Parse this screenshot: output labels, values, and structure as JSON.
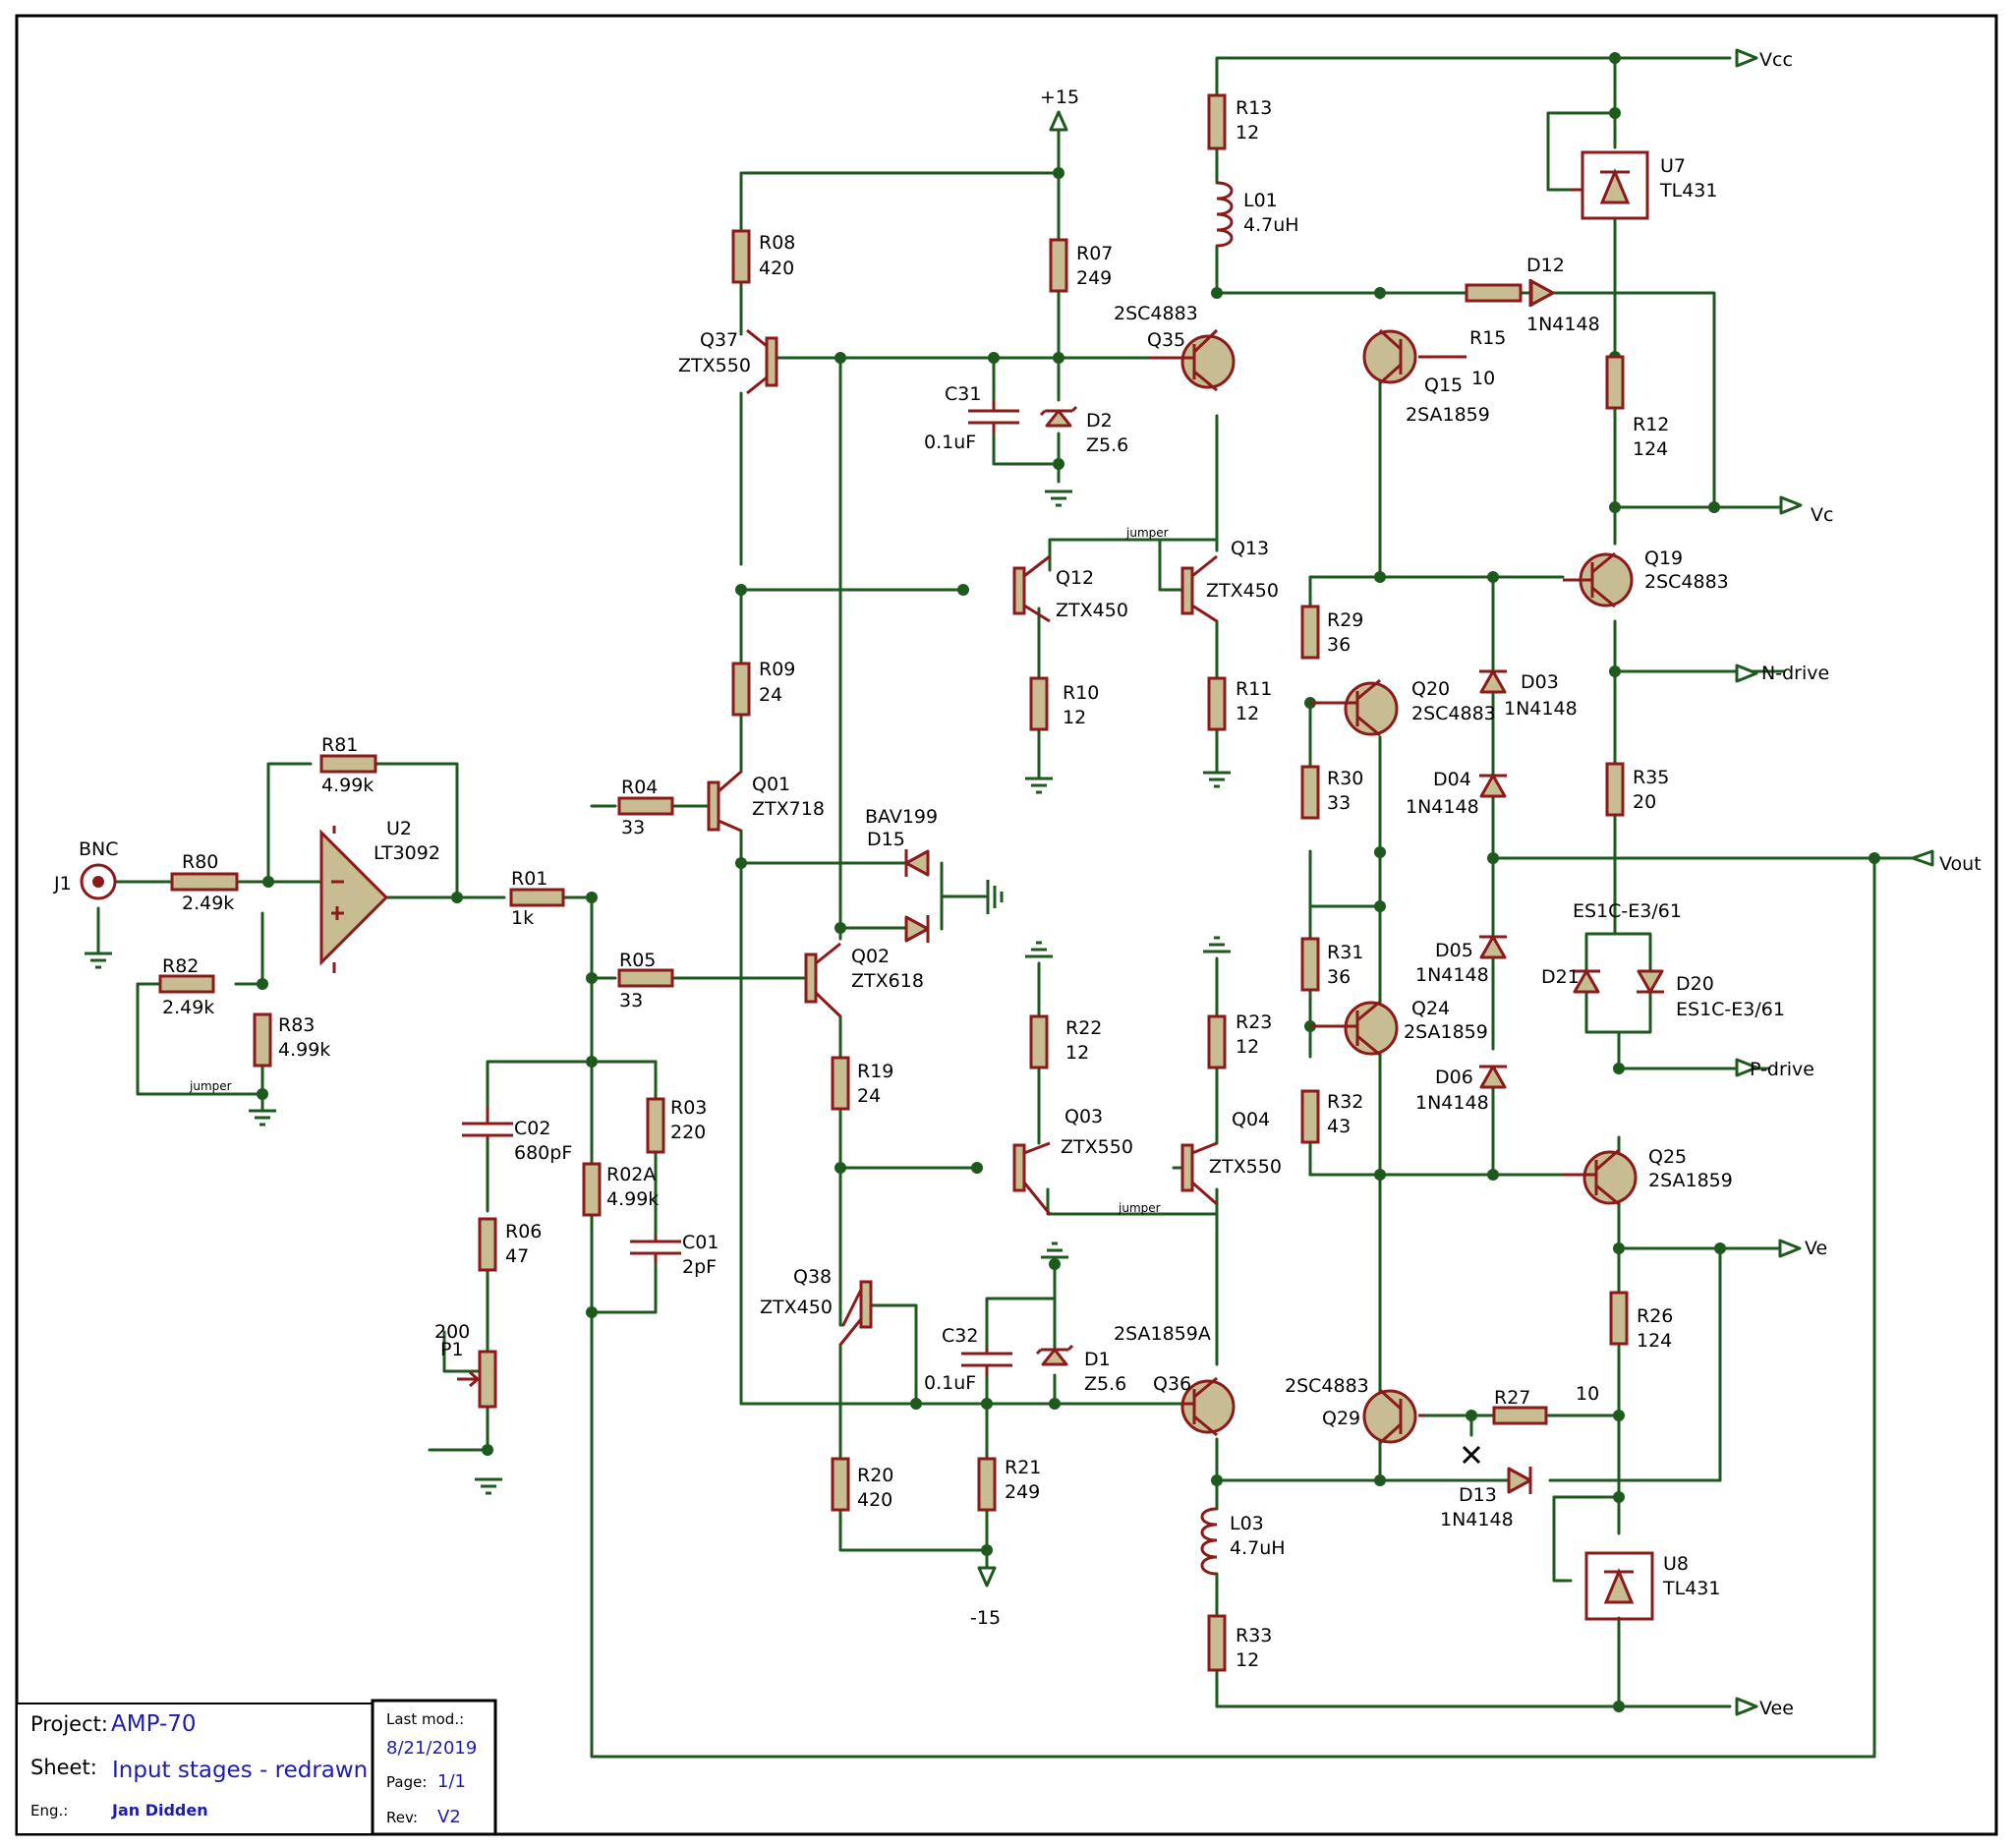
{
  "power": {
    "vcc": "Vcc",
    "vc": "Vc",
    "ve": "Ve",
    "vee": "Vee",
    "vout": "Vout",
    "ndrive": "N-drive",
    "pdrive": "P-drive",
    "p15": "+15",
    "m15": "-15"
  },
  "input": {
    "connector": "BNC",
    "ref": "J1"
  },
  "jumper": "jumper",
  "components": {
    "R80": [
      "R80",
      "2.49k"
    ],
    "R81": [
      "R81",
      "4.99k"
    ],
    "R82": [
      "R82",
      "2.49k"
    ],
    "R83": [
      "R83",
      "4.99k"
    ],
    "U2": [
      "U2",
      "LT3092"
    ],
    "R01": [
      "R01",
      "1k"
    ],
    "R04": [
      "R04",
      "33"
    ],
    "R05": [
      "R05",
      "33"
    ],
    "C02": [
      "C02",
      "680pF"
    ],
    "R06": [
      "R06",
      "47"
    ],
    "P1": [
      "P1",
      "200"
    ],
    "R03": [
      "R03",
      "220"
    ],
    "R02A": [
      "R02A",
      "4.99k"
    ],
    "C01": [
      "C01",
      "2pF"
    ],
    "R08": [
      "R08",
      "420"
    ],
    "Q37": [
      "Q37",
      "ZTX550"
    ],
    "R07": [
      "R07",
      "249"
    ],
    "C31": [
      "C31",
      "0.1uF"
    ],
    "D2": [
      "D2",
      "Z5.6"
    ],
    "R09": [
      "R09",
      "24"
    ],
    "Q01": [
      "Q01",
      "ZTX718"
    ],
    "D15": [
      "D15",
      "BAV199"
    ],
    "Q02": [
      "Q02",
      "ZTX618"
    ],
    "R19": [
      "R19",
      "24"
    ],
    "Q12": [
      "Q12",
      "ZTX450"
    ],
    "Q13": [
      "Q13",
      "ZTX450"
    ],
    "R10": [
      "R10",
      "12"
    ],
    "R11": [
      "R11",
      "12"
    ],
    "R22": [
      "R22",
      "12"
    ],
    "R23": [
      "R23",
      "12"
    ],
    "Q03": [
      "Q03",
      "ZTX550"
    ],
    "Q04": [
      "Q04",
      "ZTX550"
    ],
    "Q38": [
      "Q38",
      "ZTX450"
    ],
    "C32": [
      "C32",
      "0.1uF"
    ],
    "D1": [
      "D1",
      "Z5.6"
    ],
    "R20": [
      "R20",
      "420"
    ],
    "R21": [
      "R21",
      "249"
    ],
    "R13": [
      "R13",
      "12"
    ],
    "L01": [
      "L01",
      "4.7uH"
    ],
    "Q35": [
      "Q35",
      "2SC4883"
    ],
    "Q36": [
      "Q36",
      "2SA1859A"
    ],
    "L03": [
      "L03",
      "4.7uH"
    ],
    "R33": [
      "R33",
      "12"
    ],
    "Q15": [
      "Q15",
      "2SA1859"
    ],
    "R15": [
      "R15",
      "10"
    ],
    "D12": [
      "D12",
      "1N4148"
    ],
    "U7": [
      "U7",
      "TL431"
    ],
    "R12": [
      "R12",
      "124"
    ],
    "Q19": [
      "Q19",
      "2SC4883"
    ],
    "R29": [
      "R29",
      "36"
    ],
    "Q20": [
      "Q20",
      "2SC4883"
    ],
    "R30": [
      "R30",
      "33"
    ],
    "D03": [
      "D03",
      "1N4148"
    ],
    "D04": [
      "D04",
      "1N4148"
    ],
    "R35": [
      "R35",
      "20"
    ],
    "D21": [
      "D21",
      "ES1C-E3/61"
    ],
    "D20": [
      "D20",
      "ES1C-E3/61"
    ],
    "R31": [
      "R31",
      "36"
    ],
    "Q24": [
      "Q24",
      "2SA1859"
    ],
    "R32": [
      "R32",
      "43"
    ],
    "D05": [
      "D05",
      "1N4148"
    ],
    "D06": [
      "D06",
      "1N4148"
    ],
    "Q25": [
      "Q25",
      "2SA1859"
    ],
    "R26": [
      "R26",
      "124"
    ],
    "Q29": [
      "Q29",
      "2SC4883"
    ],
    "R27": [
      "R27",
      "10"
    ],
    "D13": [
      "D13",
      "1N4148"
    ],
    "U8": [
      "U8",
      "TL431"
    ]
  },
  "title_block": {
    "project_label": "Project:",
    "project": "AMP-70",
    "sheet_label": "Sheet:",
    "sheet": "Input stages - redrawn",
    "eng_label": "Eng.:",
    "eng": "Jan Didden",
    "lastmod_label": "Last mod.:",
    "lastmod": "8/21/2019",
    "page_label": "Page:",
    "page": "1/1",
    "rev_label": "Rev:",
    "rev": "V2"
  },
  "colors": {
    "wire": "#1e5a1e",
    "body": "#8b1a1a",
    "fill": "#c8bc92",
    "text": "#000000",
    "tb_value": "#1c1cb4"
  }
}
